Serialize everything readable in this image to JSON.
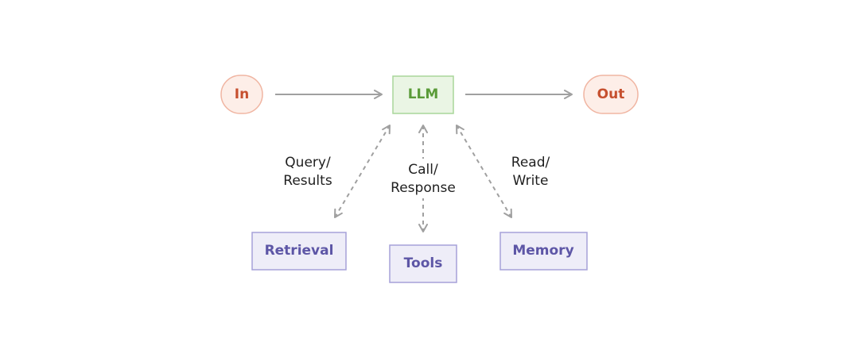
{
  "nodes": {
    "input": {
      "label": "In"
    },
    "llm": {
      "label": "LLM"
    },
    "output": {
      "label": "Out"
    },
    "retrieval": {
      "label": "Retrieval"
    },
    "tools": {
      "label": "Tools"
    },
    "memory": {
      "label": "Memory"
    }
  },
  "edges": {
    "retrieval": {
      "line1": "Query/",
      "line2": "Results"
    },
    "tools": {
      "line1": "Call/",
      "line2": "Response"
    },
    "memory": {
      "line1": "Read/",
      "line2": "Write"
    }
  },
  "colors": {
    "io_fill": "#fdeee8",
    "io_stroke": "#f0b5a2",
    "io_text": "#c6502f",
    "llm_fill": "#eaf5e4",
    "llm_stroke": "#a9d69a",
    "llm_text": "#5a9b38",
    "aug_fill": "#eeedf8",
    "aug_stroke": "#a6a1d9",
    "aug_text": "#5d56a6",
    "arrow": "#a0a0a0"
  }
}
